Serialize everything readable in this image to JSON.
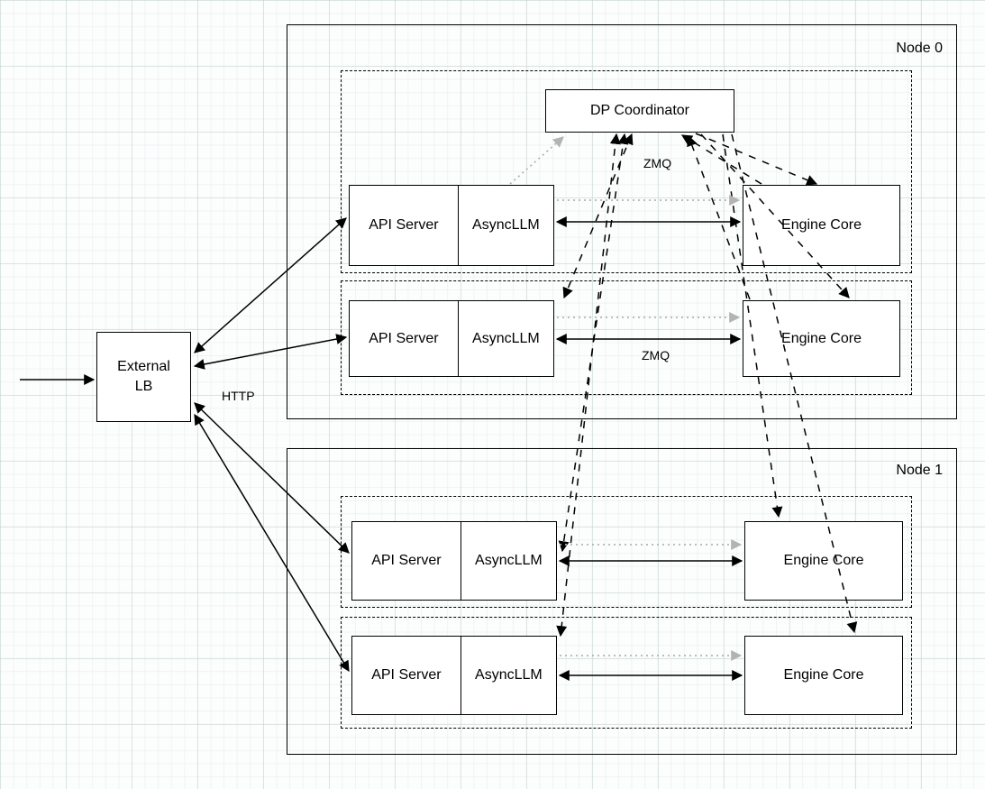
{
  "diagram": {
    "nodes": {
      "node0": "Node 0",
      "node1": "Node 1"
    },
    "coordinator_label": "DP Coordinator",
    "external_lb_label": "External\nLB",
    "edge_labels": {
      "http": "HTTP",
      "zmq_coordinator": "ZMQ",
      "zmq_row2": "ZMQ"
    },
    "rows": [
      {
        "api": "API Server",
        "llm": "AsyncLLM",
        "engine": "Engine Core"
      },
      {
        "api": "API Server",
        "llm": "AsyncLLM",
        "engine": "Engine Core"
      },
      {
        "api": "API Server",
        "llm": "AsyncLLM",
        "engine": "Engine Core"
      },
      {
        "api": "API Server",
        "llm": "AsyncLLM",
        "engine": "Engine Core"
      }
    ],
    "colors": {
      "line": "#000000",
      "muted_line": "#b3b3b3",
      "box_bg": "#ffffff"
    }
  }
}
